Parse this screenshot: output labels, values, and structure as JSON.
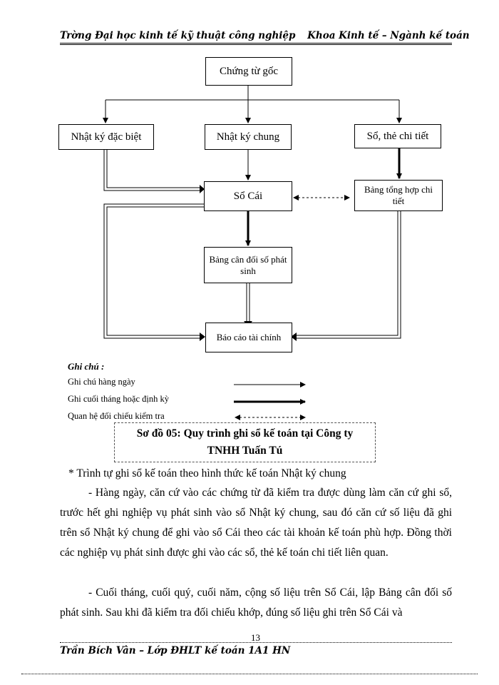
{
  "header": {
    "school": "Trờng   Đại học kinh tế kỹ thuật công nghiệp",
    "faculty": "Khoa Kinh tế – Ngành kế toán"
  },
  "diagram": {
    "source_docs": "Chứng từ gốc",
    "special_journal": "Nhật ký đặc biệt",
    "general_journal": "Nhật ký chung",
    "detail_books": "Sổ, thẻ chi tiết",
    "ledger": "Sổ Cái",
    "detail_summary": "Bảng tổng hợp chi tiết",
    "trial_balance": "Bảng cân đối số phát sinh",
    "financial_reports": "Báo cáo tài chính"
  },
  "legend": {
    "title": "Ghi chú :",
    "daily": "Ghi chú hàng ngày",
    "periodic": "Ghi cuối tháng hoặc định kỳ",
    "reconcile": "Quan hệ đối chiếu kiểm tra"
  },
  "caption": {
    "line1": "Sơ đồ 05: Quy trình ghi sổ kế toán tại Công ty",
    "line2": "TNHH Tuấn Tú"
  },
  "body": {
    "heading": "* Trình tự ghi sổ kế toán theo hình thức kế toán Nhật ký chung",
    "para1": "- Hàng ngày, căn cứ vào các chứng từ đã kiểm tra được dùng làm căn cứ ghi sổ, trước hết ghi nghiệp vụ phát sinh vào sổ Nhật ký chung, sau đó căn cứ số liệu đã ghi trên sổ Nhật ký chung để ghi vào sổ Cái theo các tài khoản kế toán phù hợp. Đồng thời các nghiệp vụ phát sinh được ghi vào các sổ, thẻ kế toán chi tiết liên quan.",
    "para2": "- Cuối tháng, cuối quý, cuối năm, cộng số liệu trên Sổ Cái, lập Bảng cân đối số phát sinh. Sau khi đã kiểm tra đối chiếu khớp, đúng số liệu ghi trên Sổ Cái và"
  },
  "page_number": "13",
  "footer": "Trần Bích Vân – Lớp ĐHLT kế toán 1A1 HN"
}
